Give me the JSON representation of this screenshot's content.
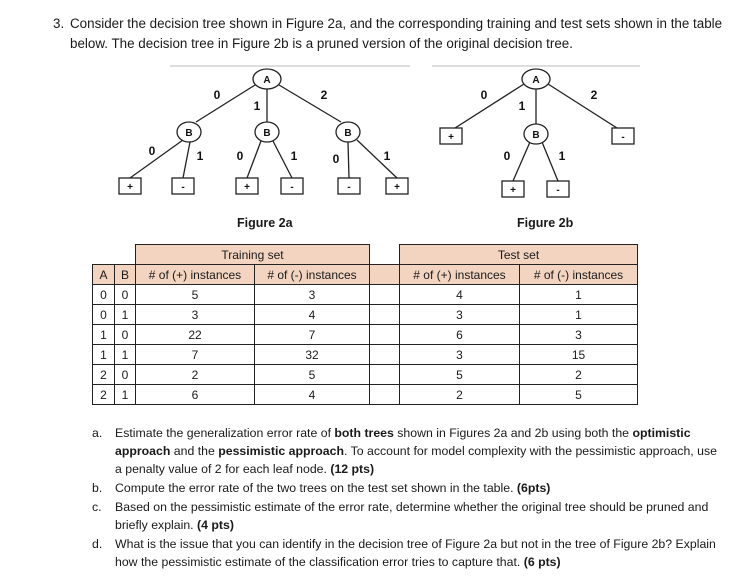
{
  "question": {
    "number": "3.",
    "text": "Consider the decision tree shown in Figure 2a, and the corresponding training and test sets shown in the table below. The decision tree in Figure 2b is a pruned version of the original decision tree."
  },
  "figure_a": {
    "caption": "Figure 2a",
    "root": "A",
    "edges": [
      "0",
      "1",
      "2"
    ],
    "internal": [
      "B",
      "B",
      "B"
    ],
    "sub_edges": [
      "0",
      "1",
      "0",
      "1",
      "0",
      "1"
    ],
    "leaves": [
      "+",
      "-",
      "+",
      "-",
      "-",
      "+"
    ]
  },
  "figure_b": {
    "caption": "Figure 2b",
    "root": "A",
    "edges": [
      "0",
      "1",
      "2"
    ],
    "internal": "B",
    "sub_edges": [
      "0",
      "1"
    ],
    "leaves": [
      "+",
      "+",
      "-",
      "-"
    ]
  },
  "table": {
    "training_label": "Training set",
    "test_label": "Test set",
    "columns": [
      "A",
      "B",
      "# of (+) instances",
      "# of (-) instances",
      "# of (+) instances",
      "# of (-) instances"
    ],
    "rows": [
      [
        "0",
        "0",
        "5",
        "3",
        "4",
        "1"
      ],
      [
        "0",
        "1",
        "3",
        "4",
        "3",
        "1"
      ],
      [
        "1",
        "0",
        "22",
        "7",
        "6",
        "3"
      ],
      [
        "1",
        "1",
        "7",
        "32",
        "3",
        "15"
      ],
      [
        "2",
        "0",
        "2",
        "5",
        "5",
        "2"
      ],
      [
        "2",
        "1",
        "6",
        "4",
        "2",
        "5"
      ]
    ]
  },
  "parts": [
    {
      "label": "a.",
      "text_1": "Estimate the generalization error rate of ",
      "bold_1": "both trees",
      "text_2": " shown in Figures 2a and 2b using both the ",
      "bold_2": "optimistic approach",
      "text_3": " and the ",
      "bold_3": "pessimistic approach",
      "text_4": ". To account for model complexity with the pessimistic approach, use a penalty value of 2 for each leaf node. ",
      "points": "(12 pts)"
    },
    {
      "label": "b.",
      "text": "Compute the error rate of the two trees on the test set shown in the table. ",
      "points": "(6pts)"
    },
    {
      "label": "c.",
      "text": "Based on the pessimistic estimate of the error rate, determine whether the original tree should be pruned and briefly explain. ",
      "points": "(4 pts)"
    },
    {
      "label": "d.",
      "text": "What is the issue that you can identify in the decision tree of Figure 2a but not in the tree of Figure 2b? Explain how the pessimistic estimate of the classification error tries to capture that. ",
      "points": "(6 pts)"
    }
  ]
}
